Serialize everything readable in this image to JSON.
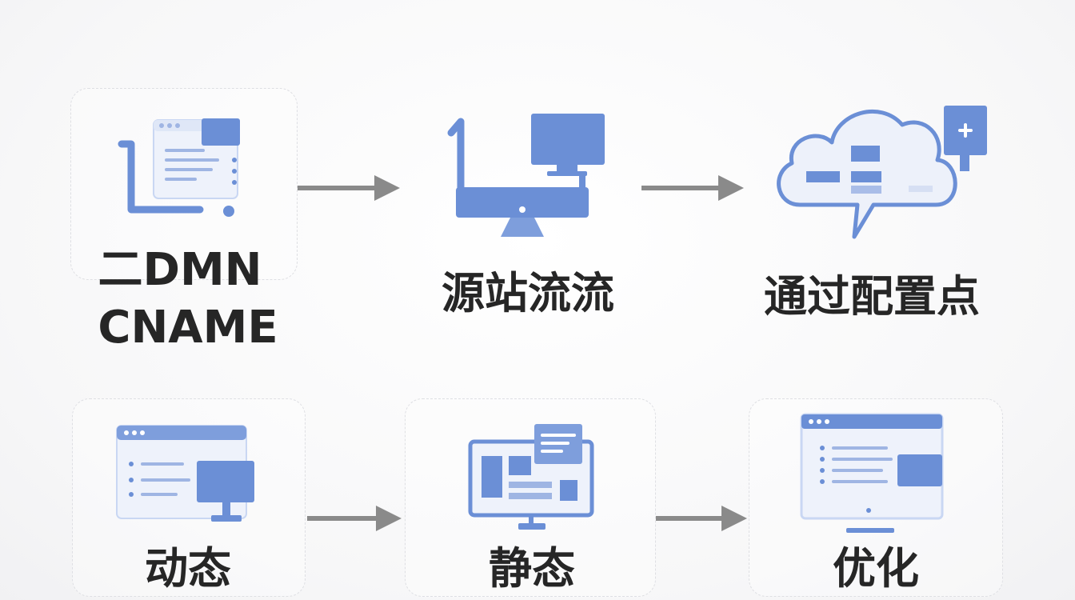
{
  "steps": [
    {
      "id": "dns",
      "label_line1": "二DMN",
      "label_line2": "CNAME"
    },
    {
      "id": "origin",
      "label": "源站流流"
    },
    {
      "id": "config",
      "label": "通过配置点"
    },
    {
      "id": "dynamic",
      "label": "动态"
    },
    {
      "id": "static",
      "label": "静态"
    },
    {
      "id": "optimize",
      "label": "优化"
    }
  ],
  "colors": {
    "blue": "#6b8fd6",
    "blue_light": "#c9d7f3",
    "blue_pale": "#e6edfa",
    "arrow": "#8a8a8a",
    "text": "#262626"
  }
}
